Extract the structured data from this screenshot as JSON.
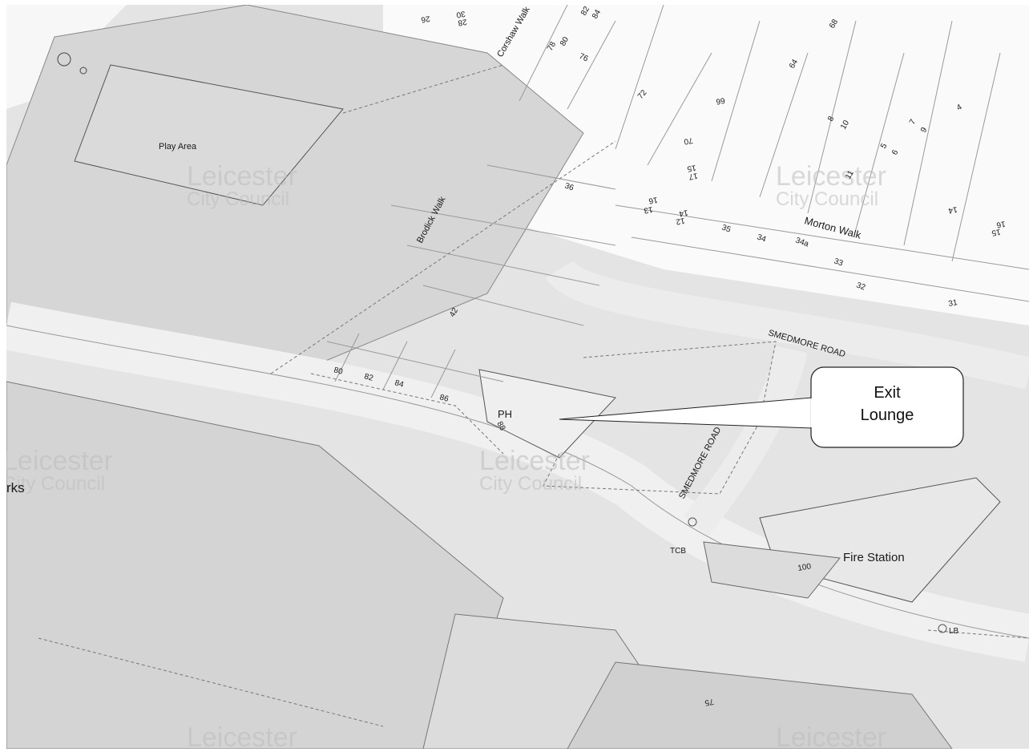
{
  "map": {
    "watermark": {
      "line1": "Leicester",
      "line2": "City Council"
    },
    "areas": {
      "play_area": "Play Area",
      "fire_station": "Fire Station",
      "parks_fragment": "rks",
      "ph": "PH",
      "tcb": "TCB",
      "lb": "LB"
    },
    "streets": {
      "brodick_walk": "Brodick Walk",
      "corshaw_walk": "Corshaw Walk",
      "morton_walk": "Morton Walk",
      "smedmore_road_upper": "SMEDMORE ROAD",
      "smedmore_road_lower": "SMEDMORE ROAD"
    },
    "house_numbers": {
      "n26": "26",
      "n28": "28",
      "n30": "30",
      "n82a": "82",
      "n84a": "84",
      "n78": "78",
      "n80a": "80",
      "n76": "76",
      "n72": "72",
      "n66": "66",
      "n68": "68",
      "n64": "64",
      "n70": "70",
      "n17": "17",
      "n15": "15",
      "n8": "8",
      "n10": "10",
      "n7": "7",
      "n9": "9",
      "n5": "5",
      "n6": "6",
      "n4": "4",
      "n11": "11",
      "n36": "36",
      "n16a": "16",
      "n13": "13",
      "n14a": "14",
      "n12": "12",
      "n35": "35",
      "n34": "34",
      "n34a": "34a",
      "n33": "33",
      "n32": "32",
      "n31": "31",
      "n14b": "14",
      "n16b": "16",
      "n15b": "15",
      "n42": "42",
      "n80b": "80",
      "n82b": "82",
      "n84b": "84",
      "n86": "86",
      "n88": "88",
      "n100": "100",
      "n75": "75"
    },
    "callout": {
      "line1": "Exit",
      "line2": "Lounge"
    }
  }
}
